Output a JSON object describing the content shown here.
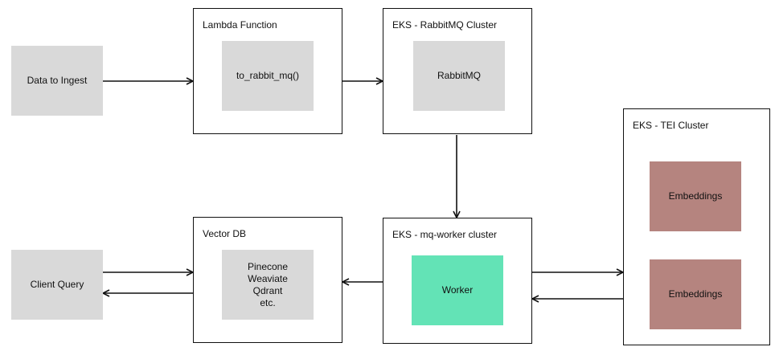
{
  "nodes": {
    "data_to_ingest": "Data to Ingest",
    "client_query": "Client Query",
    "lambda": {
      "title": "Lambda Function",
      "inner": "to_rabbit_mq()"
    },
    "rabbitmq_cluster": {
      "title": "EKS - RabbitMQ Cluster",
      "inner": "RabbitMQ"
    },
    "vector_db": {
      "title": "Vector DB",
      "inner_lines": [
        "Pinecone",
        "Weaviate",
        "Qdrant",
        "etc."
      ]
    },
    "worker_cluster": {
      "title": "EKS - mq-worker cluster",
      "inner": "Worker"
    },
    "tei_cluster": {
      "title": "EKS - TEI Cluster",
      "blocks": [
        "Embeddings",
        "Embeddings"
      ]
    }
  },
  "edges": [
    {
      "from": "data_to_ingest",
      "to": "lambda"
    },
    {
      "from": "lambda",
      "to": "rabbitmq_cluster"
    },
    {
      "from": "rabbitmq_cluster",
      "to": "worker_cluster"
    },
    {
      "from": "worker_cluster",
      "to": "vector_db"
    },
    {
      "from": "worker_cluster",
      "to": "tei_cluster"
    },
    {
      "from": "tei_cluster",
      "to": "worker_cluster"
    },
    {
      "from": "client_query",
      "to": "vector_db"
    },
    {
      "from": "vector_db",
      "to": "client_query"
    }
  ],
  "colors": {
    "stroke": "#111111",
    "gray_block": "#d9d9d9",
    "worker_block": "#63e3b6",
    "embeddings_block": "#b5847f"
  }
}
